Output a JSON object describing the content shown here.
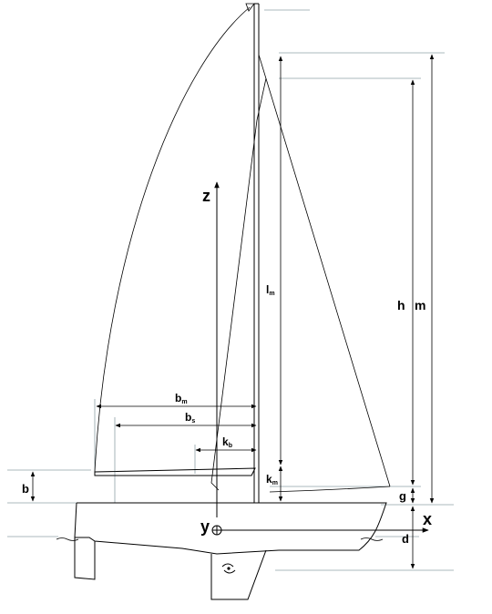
{
  "labels": {
    "z": "z",
    "x": "x",
    "y": "y",
    "b_m": "b",
    "b_m_sub": "m",
    "b_s": "b",
    "b_s_sub": "s",
    "k_b": "k",
    "k_b_sub": "b",
    "k_m": "k",
    "k_m_sub": "m",
    "l_m": "l",
    "l_m_sub": "m",
    "h": "h",
    "m": "m",
    "g": "g",
    "d": "d",
    "b": "b"
  },
  "colors": {
    "line": "#000000",
    "reference_line": "#8fa0a6",
    "background": "#ffffff"
  },
  "icons": {
    "origin": "crosshair-circle-icon",
    "center_of_effort": "rotation-symbol-icon"
  }
}
